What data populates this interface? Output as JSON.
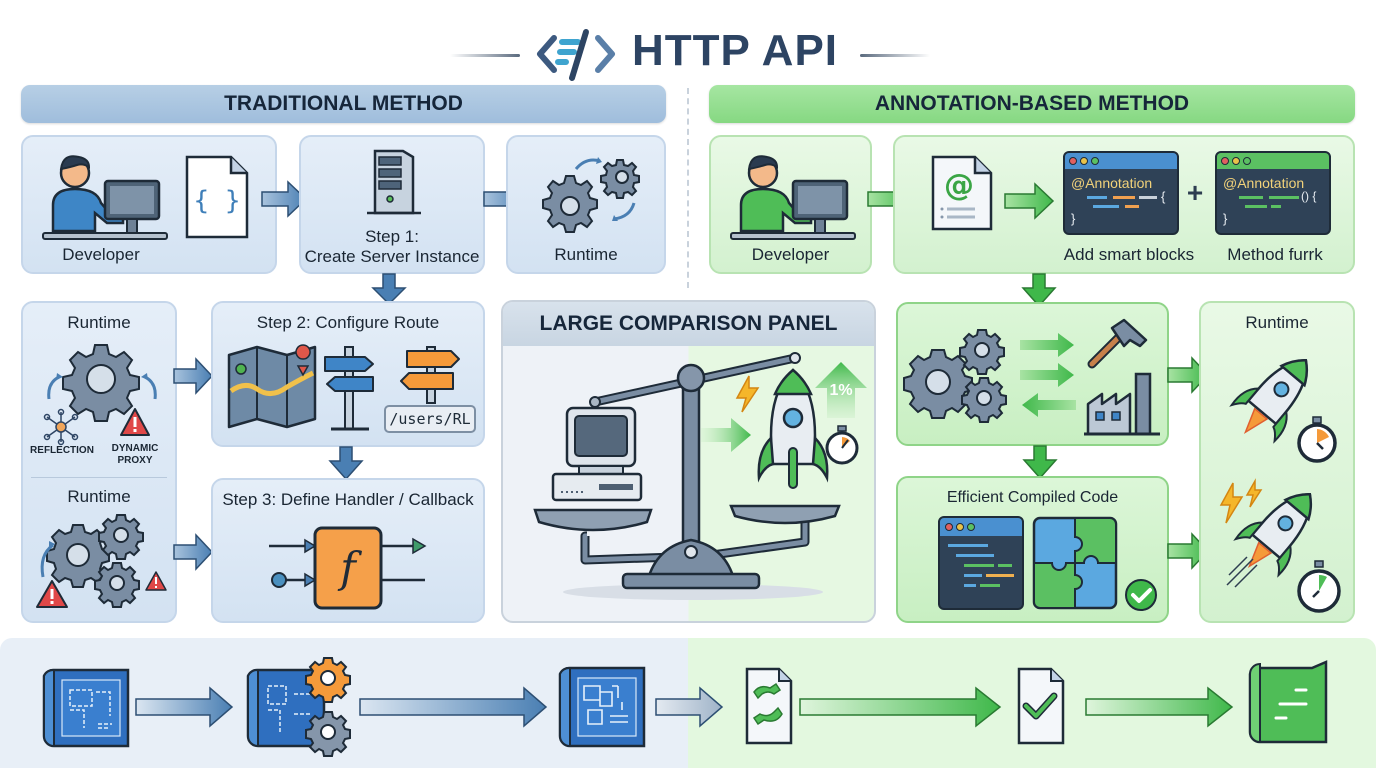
{
  "title": {
    "text": "HTTP API",
    "logo_icon": "code-brackets-logo-icon"
  },
  "colors": {
    "traditional_accent": "#4a7fb3",
    "annotation_accent": "#3fb84a",
    "title_text": "#2d4463",
    "function_orange": "#f5a04a"
  },
  "traditional": {
    "header": "TRADITIONAL METHOD",
    "developer_label": "Developer",
    "step1_label_line1": "Step 1:",
    "step1_label_line2": "Create Server Instance",
    "runtime_label": "Runtime",
    "runtime_panel": {
      "top_label": "Runtime",
      "reflection_label": "REFLECTION",
      "dynamic_proxy_label_line1": "DYNAMIC",
      "dynamic_proxy_label_line2": "PROXY",
      "bottom_label": "Runtime"
    },
    "step2_label": "Step 2: Configure Route",
    "route_path": "/users/RL",
    "step3_label": "Step 3: Define Handler / Callback",
    "function_symbol": "f"
  },
  "comparison": {
    "header": "LARGE COMPARISON PANEL",
    "gain_label": "1%"
  },
  "annotation": {
    "header": "ANNOTATION-BASED METHOD",
    "developer_label": "Developer",
    "at_symbol": "@",
    "code_block1": {
      "annotation": "@Annotation",
      "brace_open": "{",
      "brace_close": "}"
    },
    "plus": "+",
    "code_block2": {
      "annotation": "@Annotation",
      "brace_open": "() {",
      "brace_close": "}"
    },
    "add_smart_blocks_label": "Add smart blocks",
    "method_label": "Method furrk",
    "compiled_label": "Efficient Compiled Code",
    "runtime_label": "Runtime"
  },
  "bottom_flow": {
    "stages": [
      "blueprint-icon",
      "blueprint-gears-icon",
      "blueprint-structured-icon",
      "generated-code-file-icon",
      "verified-file-icon",
      "green-document-icon"
    ]
  }
}
